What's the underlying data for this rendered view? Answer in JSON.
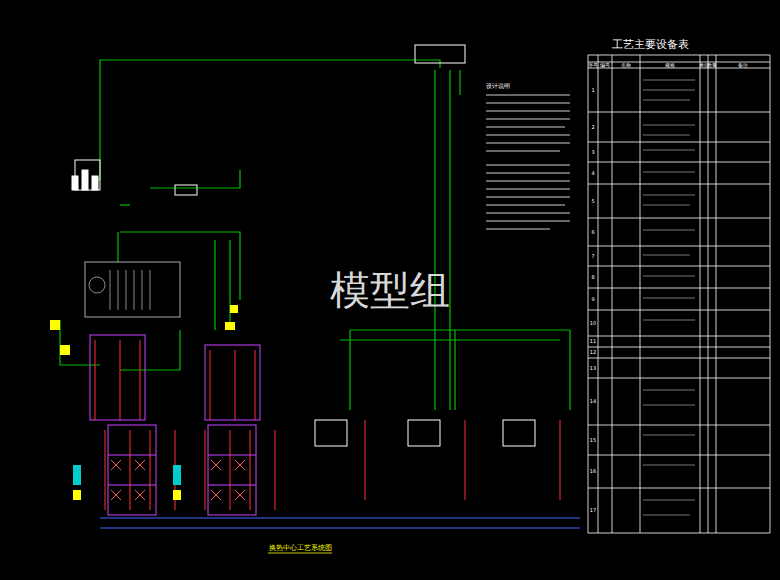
{
  "diagram": {
    "title": "工艺主要设备表",
    "caption": "换热中心工艺系统图",
    "labels": [
      "模型组",
      "设计说明",
      "序号",
      "编号",
      "名称",
      "规格",
      "单位",
      "数量",
      "备注",
      "1",
      "2",
      "3",
      "4",
      "5",
      "6",
      "7",
      "8",
      "9",
      "10",
      "11",
      "12",
      "13",
      "14",
      "15",
      "16",
      "17"
    ]
  }
}
